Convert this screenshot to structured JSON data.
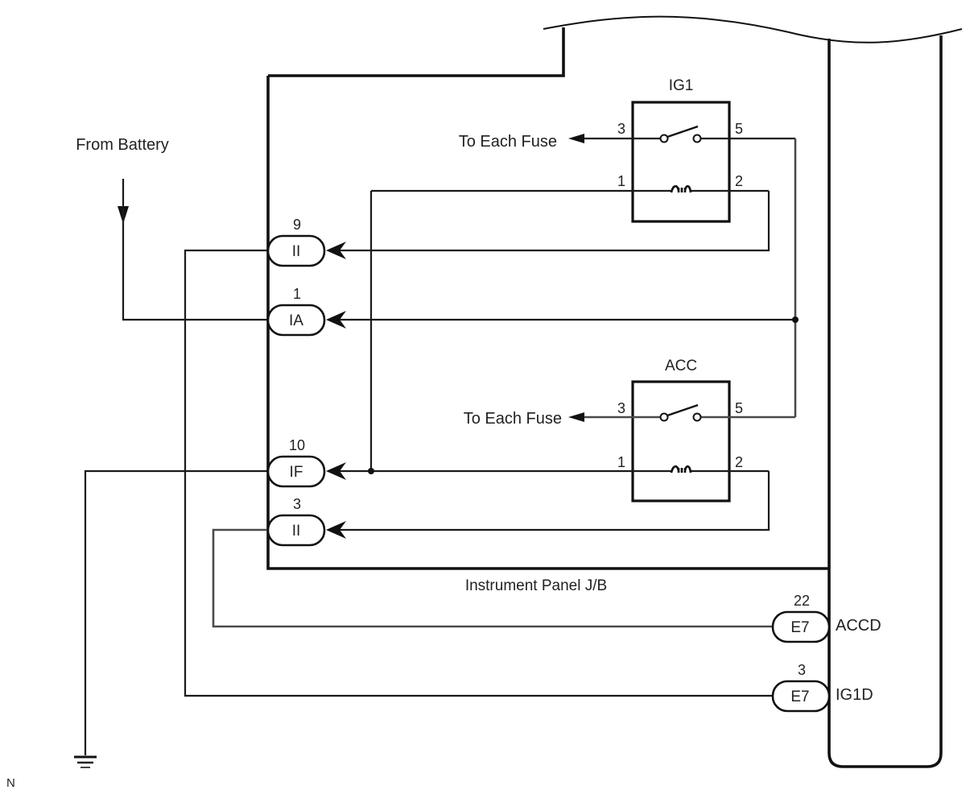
{
  "diagram": {
    "type": "wiring-diagram",
    "footer_code": "N",
    "battery_label": "From Battery",
    "junction_block_label": "Instrument Panel J/B",
    "relays": [
      {
        "name": "IG1",
        "output_label": "To Each Fuse",
        "pins": {
          "switch_in": "3",
          "switch_out": "5",
          "coil_a": "1",
          "coil_b": "2"
        }
      },
      {
        "name": "ACC",
        "output_label": "To Each Fuse",
        "pins": {
          "switch_in": "3",
          "switch_out": "5",
          "coil_a": "1",
          "coil_b": "2"
        }
      }
    ],
    "jb_connectors": [
      {
        "pin": "9",
        "code": "II"
      },
      {
        "pin": "1",
        "code": "IA"
      },
      {
        "pin": "10",
        "code": "IF"
      },
      {
        "pin": "3",
        "code": "II"
      }
    ],
    "ecu_connectors": [
      {
        "pin": "22",
        "code": "E7",
        "signal": "ACCD"
      },
      {
        "pin": "3",
        "code": "E7",
        "signal": "IG1D"
      }
    ]
  }
}
